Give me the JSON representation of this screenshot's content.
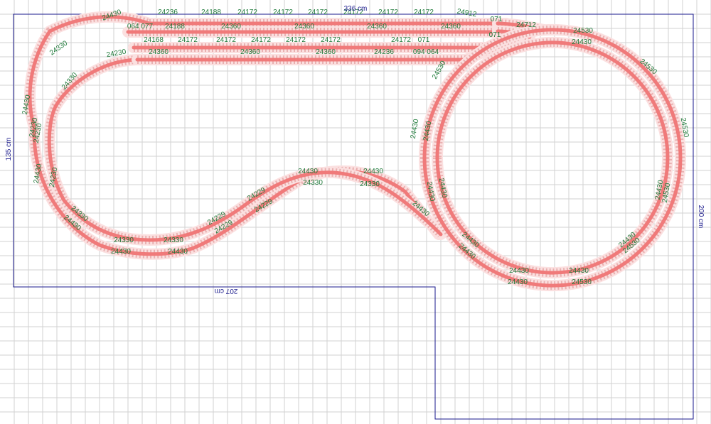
{
  "colors": {
    "background": "#ffffff",
    "grid": "#d2d2d2",
    "board_outline": "#1a1a8c",
    "rail": "#f07a7a",
    "rail_band": "#fbe0e0",
    "rail_dash": "#c85a5a",
    "part_label": "#1f7a3a"
  },
  "dimensions": {
    "top": "336 cm",
    "left": "135 cm",
    "right": "200 cm",
    "bottom": "207 cm"
  },
  "part_labels": [
    "24430",
    "24236",
    "24188",
    "24172",
    "24172",
    "24172",
    "24172",
    "24172",
    "24172",
    "24912",
    "064 077",
    "24188",
    "24360",
    "24360",
    "24360",
    "24360",
    "071",
    "24712",
    "071",
    "24168",
    "24172",
    "24172",
    "24172",
    "24172",
    "24172",
    "24172",
    "071",
    "24360",
    "24360",
    "24360",
    "24236",
    "094 064",
    "24330",
    "24230",
    "24330",
    "24430",
    "24230",
    "24230",
    "24430",
    "24230",
    "24330",
    "24430",
    "24330",
    "24330",
    "24430",
    "24430",
    "24229",
    "24229",
    "24229",
    "24229",
    "24430",
    "24430",
    "24330",
    "24330",
    "24530",
    "24530",
    "24530",
    "24530",
    "24530",
    "24530",
    "24530",
    "24430",
    "24430",
    "24430",
    "24430",
    "24430",
    "24430",
    "24430",
    "24430",
    "24430",
    "24430",
    "24430",
    "24430",
    "24430"
  ]
}
